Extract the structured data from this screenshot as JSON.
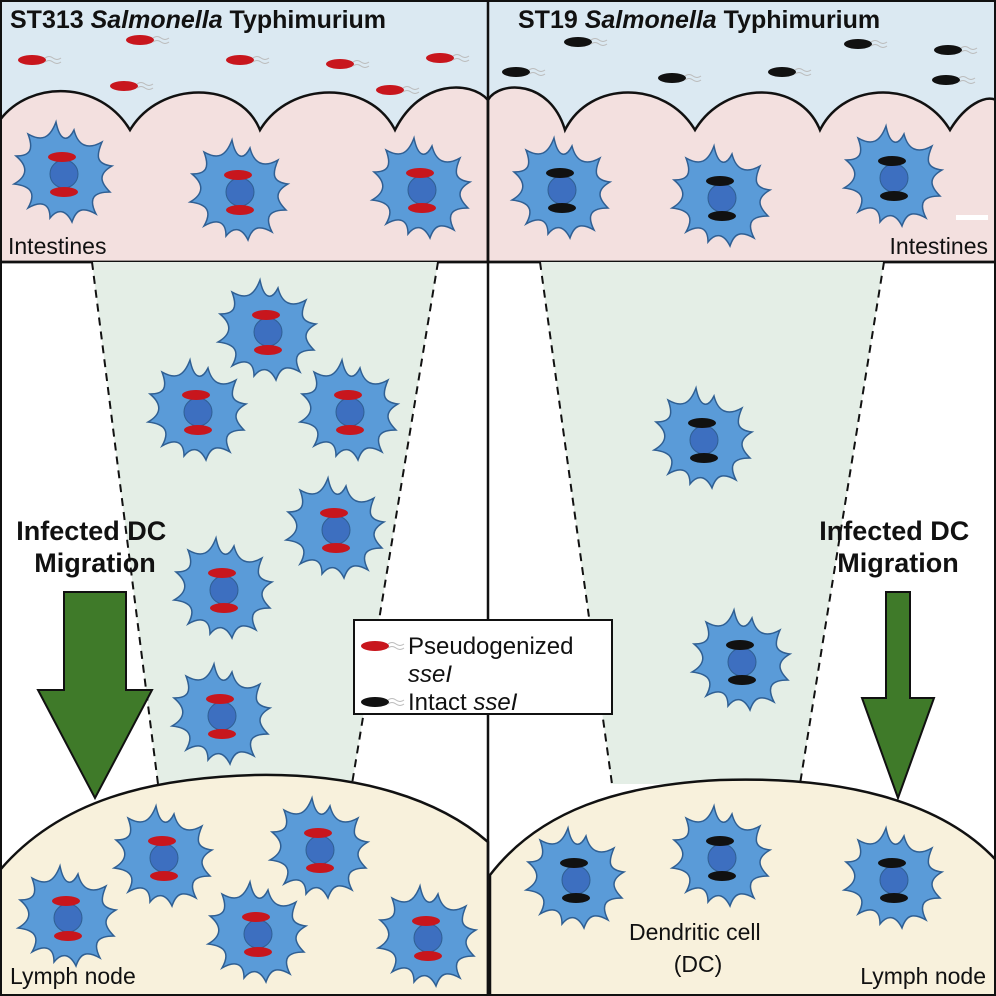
{
  "left_panel": {
    "title_pre": "ST313 ",
    "title_italic": "Salmonella",
    "title_post": " Typhimurium",
    "intestines_label": "Intestines",
    "migration_line1": "Infected DC",
    "migration_line2": "Migration",
    "lymph_label": "Lymph node"
  },
  "right_panel": {
    "title_pre": "ST19 ",
    "title_italic": "Salmonella",
    "title_post": " Typhimurium",
    "intestines_label": "Intestines",
    "migration_line1": "Infected DC",
    "migration_line2": "Migration",
    "lymph_label": "Lymph node",
    "dc_label_line1": "Dendritic cell",
    "dc_label_line2": "(DC)"
  },
  "legend": {
    "pseudo_line1": "Pseudogenized",
    "pseudo_line2": "sseI",
    "intact_pre": "Intact ",
    "intact_italic": "sseI"
  },
  "colors": {
    "lumen": "#dbe9f2",
    "tissue": "#f3e0df",
    "channel": "#e4eee6",
    "lymph": "#f8f1dc",
    "cell": "#5a9bd8",
    "nucleus": "#3d6fc0",
    "pseudo_bacteria": "#c8161d",
    "intact_bacteria": "#111111",
    "arrow": "#3f7a29"
  }
}
